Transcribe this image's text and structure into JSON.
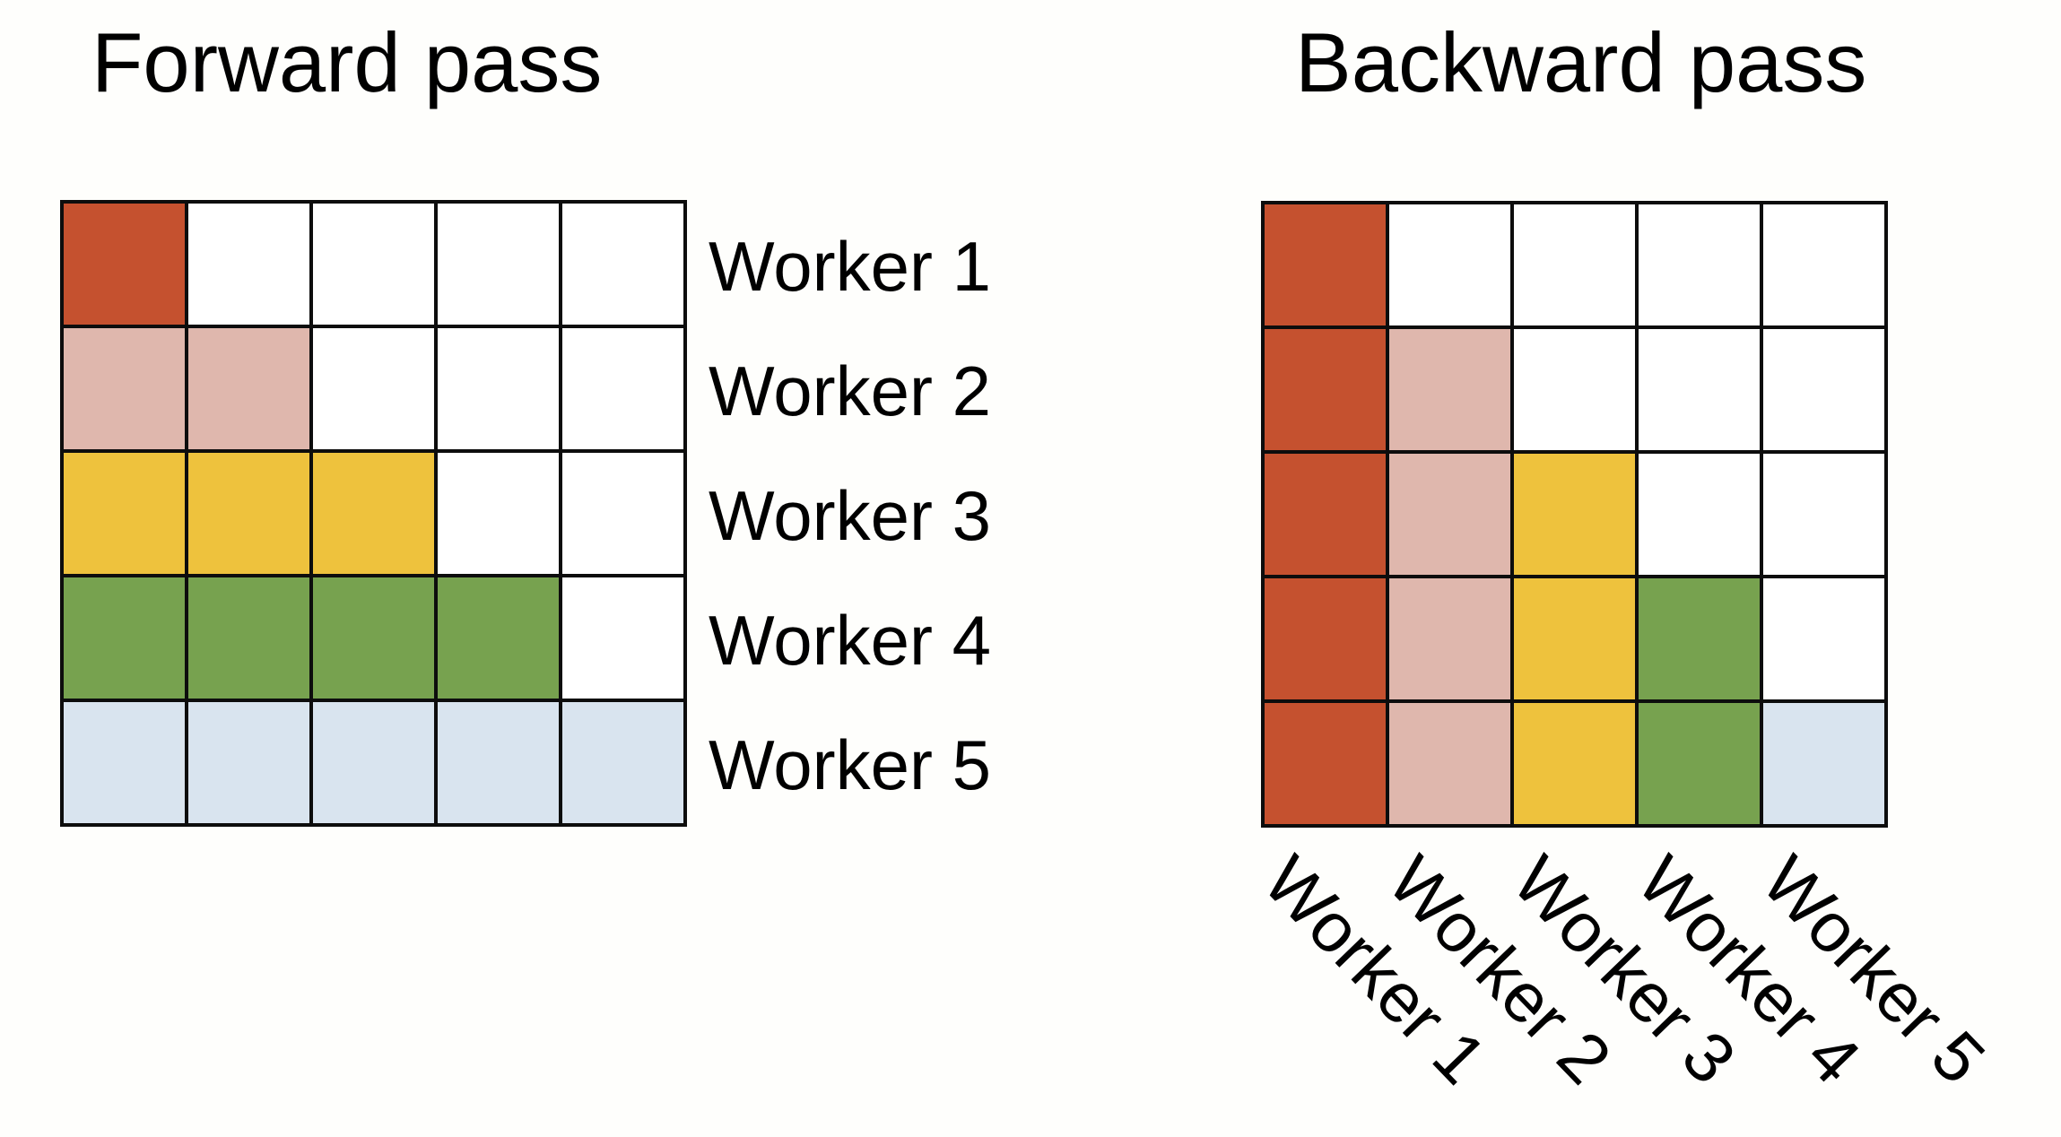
{
  "colors": {
    "background": "#FEFEFC",
    "grid_line": "#0D0D0D",
    "text": "#000000",
    "empty": "#FFFFFF",
    "red": "#C5512F",
    "pink": "#DFB7AD",
    "yellow": "#EEC23D",
    "green": "#77A24F",
    "blue": "#D9E4EF"
  },
  "forward": {
    "title": "Forward pass",
    "row_labels": [
      "Worker 1",
      "Worker 2",
      "Worker 3",
      "Worker 4",
      "Worker 5"
    ],
    "cells": [
      [
        "red",
        null,
        null,
        null,
        null
      ],
      [
        "pink",
        "pink",
        null,
        null,
        null
      ],
      [
        "yellow",
        "yellow",
        "yellow",
        null,
        null
      ],
      [
        "green",
        "green",
        "green",
        "green",
        null
      ],
      [
        "blue",
        "blue",
        "blue",
        "blue",
        "blue"
      ]
    ]
  },
  "backward": {
    "title": "Backward pass",
    "col_labels": [
      "Worker 1",
      "Worker 2",
      "Worker 3",
      "Worker 4",
      "Worker 5"
    ],
    "cells": [
      [
        "red",
        null,
        null,
        null,
        null
      ],
      [
        "red",
        "pink",
        null,
        null,
        null
      ],
      [
        "red",
        "pink",
        "yellow",
        null,
        null
      ],
      [
        "red",
        "pink",
        "yellow",
        "green",
        null
      ],
      [
        "red",
        "pink",
        "yellow",
        "green",
        "blue"
      ]
    ]
  }
}
